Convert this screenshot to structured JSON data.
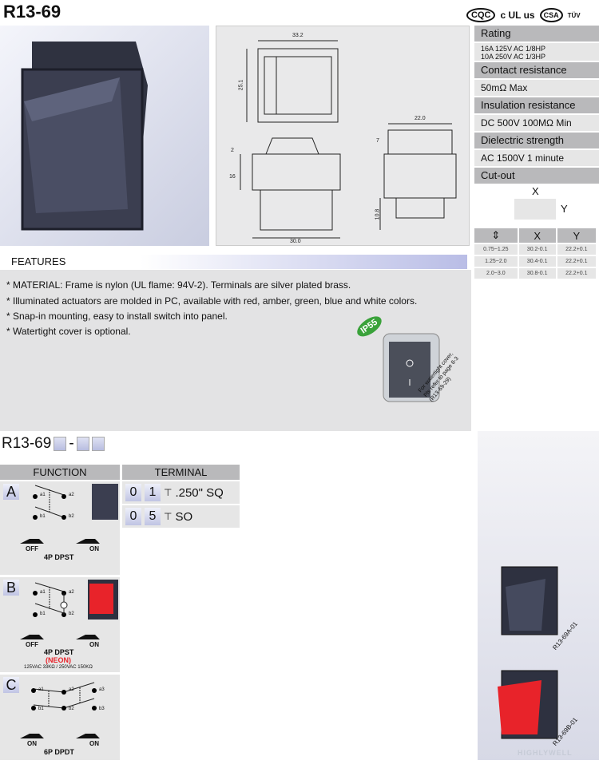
{
  "title": "R13-69",
  "certifications": [
    "CQC",
    "c UL us",
    "CSA",
    "TÜV"
  ],
  "drawing": {
    "dims": [
      "33.2",
      "25.1",
      "22.0",
      "7",
      "2",
      "16",
      "10.8",
      "30.0"
    ]
  },
  "specs": [
    {
      "label": "Rating",
      "value": [
        "16A 125V AC  1/8HP",
        "10A 250V AC  1/3HP"
      ]
    },
    {
      "label": "Contact resistance",
      "value": "50mΩ Max"
    },
    {
      "label": "Insulation resistance",
      "value": "DC 500V 100MΩ Min"
    },
    {
      "label": "Dielectric strength",
      "value": "AC 1500V 1 minute"
    },
    {
      "label": "Cut-out"
    }
  ],
  "cutout": {
    "x": "X",
    "y": "Y",
    "table": {
      "headers": [
        "X",
        "Y"
      ],
      "rows": [
        [
          "0.75~1.25",
          "30.2-0.1",
          "22.2+0.1"
        ],
        [
          "1.25~2.0",
          "30.4-0.1",
          "22.2+0.1"
        ],
        [
          "2.0~3.0",
          "30.8-0.1",
          "22.2+0.1"
        ]
      ]
    }
  },
  "features": {
    "heading": "FEATURES",
    "items": [
      "* MATERIAL: Frame is nylon (UL flame: 94V-2). Terminals are silver plated brass.",
      "* Illuminated actuators are molded in PC, available with red, amber, green, blue and white colors.",
      "* Snap-in mounting, easy to install switch into panel.",
      "* Watertight cover is optional."
    ],
    "badge": "IP55",
    "note": [
      "For watertight cover,",
      "Pls refer to page 8-3",
      "(R13-69-29)"
    ]
  },
  "ordering": {
    "code": "R13-69",
    "sep": "-",
    "function_header": "FUNCTION",
    "terminal_header": "TERMINAL",
    "functions": [
      {
        "letter": "A",
        "contacts": [
          "a1",
          "a2",
          "b1",
          "b2"
        ],
        "states": [
          "OFF",
          "ON"
        ],
        "name": "4P DPST"
      },
      {
        "letter": "B",
        "contacts": [
          "a1",
          "a2",
          "b1",
          "b2"
        ],
        "states": [
          "OFF",
          "ON"
        ],
        "name": "4P DPST",
        "sub": "(NEON)",
        "note": "125VAC 33KΩ / 250VAC 150KΩ"
      },
      {
        "letter": "C",
        "contacts": [
          "a1",
          "a2",
          "a3",
          "b1",
          "b2",
          "b3"
        ],
        "states": [
          "ON",
          "ON"
        ],
        "name": "6P DPDT"
      }
    ],
    "terminals": [
      {
        "d1": "0",
        "d2": "1",
        "label": ".250\" SQ"
      },
      {
        "d1": "0",
        "d2": "5",
        "label": "SO"
      }
    ]
  },
  "samples": [
    "R13-69A-01",
    "R13-69B-01"
  ],
  "watermark": "HIGHLYWELL",
  "colors": {
    "red": "#e8232a",
    "header_gray": "#b9b9bb",
    "panel_gray": "#e6e6e6"
  }
}
